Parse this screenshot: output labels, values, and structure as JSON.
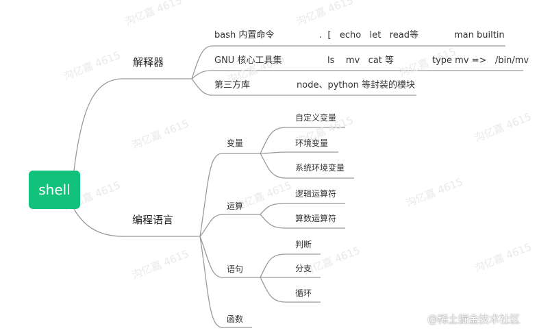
{
  "root": "shell",
  "branches": {
    "interpreter": {
      "label": "解释器",
      "items": [
        {
          "label": "bash 内置命令",
          "desc": ".  [   echo   let   read等",
          "extra": "man builtin"
        },
        {
          "label": "GNU 核心工具集",
          "desc": "ls    mv   cat 等",
          "extra": "type mv =>   /bin/mv"
        },
        {
          "label": "第三方库",
          "desc": "node、python 等封装的模块",
          "extra": ""
        }
      ]
    },
    "programming": {
      "label": "编程语言",
      "groups": [
        {
          "label": "变量",
          "items": [
            "自定义变量",
            "环境变量",
            "系统环境变量"
          ]
        },
        {
          "label": "运算",
          "items": [
            "逻辑运算符",
            "算数运算符"
          ]
        },
        {
          "label": "语句",
          "items": [
            "判断",
            "分支",
            "循环"
          ]
        },
        {
          "label": "函数",
          "items": []
        }
      ]
    }
  },
  "watermark": "沟亿嘉 4615",
  "attribution": "@稀土掘金技术社区",
  "colors": {
    "root_fill": "#13c27a",
    "line": "#9a9a9a"
  }
}
